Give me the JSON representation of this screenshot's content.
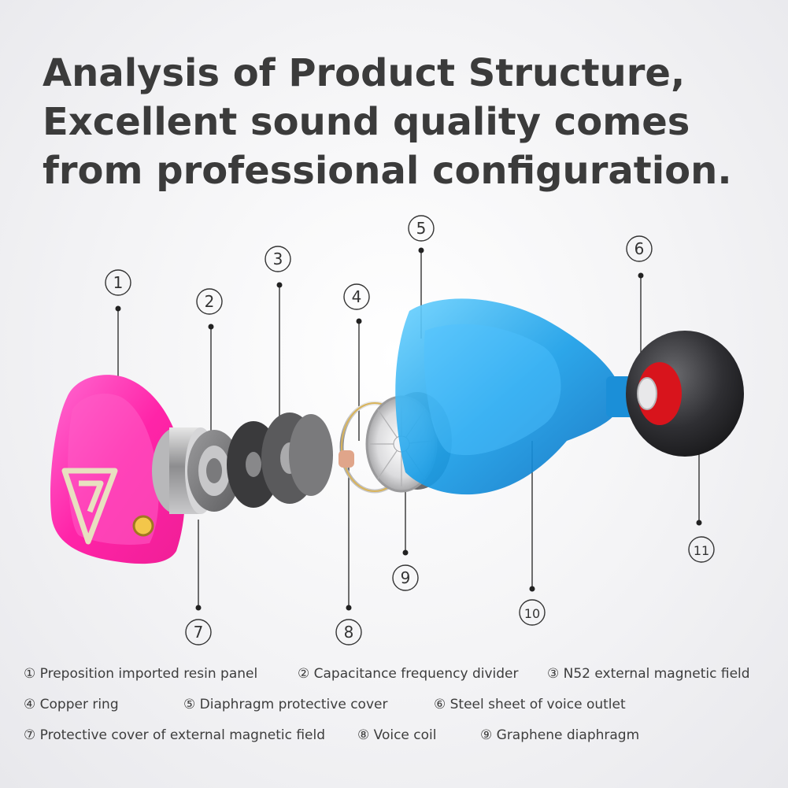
{
  "headline": {
    "line1": "Analysis of Product Structure,",
    "line2": "Excellent sound quality comes",
    "line3": "from professional configuration."
  },
  "callouts": [
    "①",
    "②",
    "③",
    "④",
    "⑤",
    "⑥",
    "⑦",
    "⑧",
    "⑨",
    "⑩",
    "⑪"
  ],
  "legend": {
    "row1": [
      "① Preposition imported resin panel",
      "② Capacitance frequency divider",
      "③ N52 external magnetic field"
    ],
    "row2": [
      "④ Copper ring",
      "⑤ Diaphragm protective cover",
      "⑥ Steel sheet of voice outlet"
    ],
    "row3": [
      "⑦ Protective cover of external magnetic field",
      "⑧ Voice coil",
      "⑨ Graphene diaphragm"
    ]
  },
  "colors": {
    "faceplate": "#ff2fb0",
    "shell": "#1ea8f0",
    "eartip": "#2d2d30",
    "nozzle_core": "#d8141c",
    "brass": "#d9b45a"
  },
  "icons": [
    "brand-logo-icon"
  ]
}
